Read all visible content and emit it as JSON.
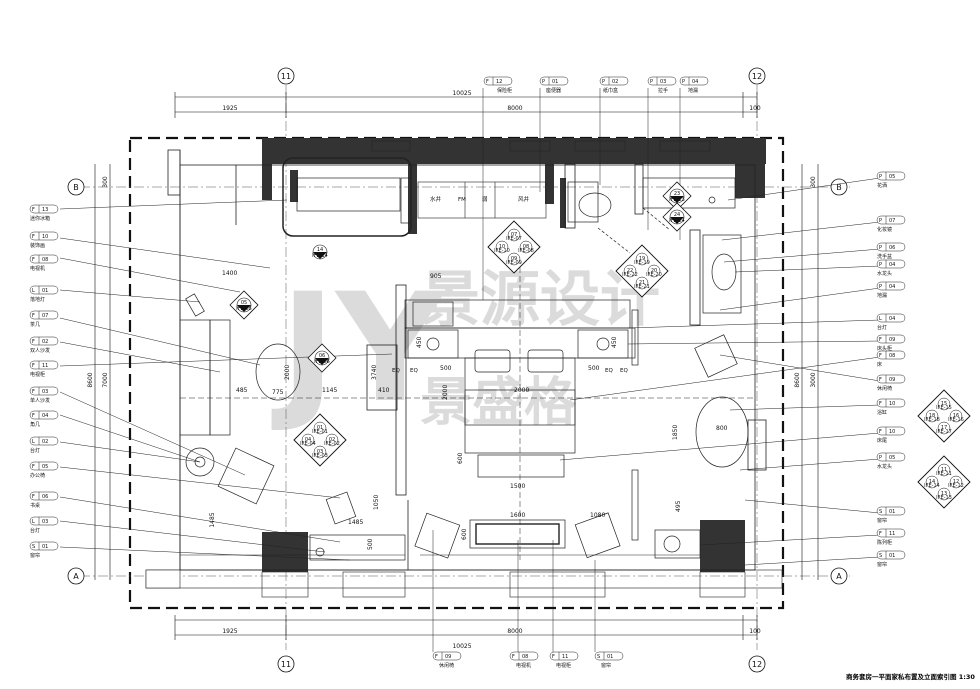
{
  "title": "商务套房一平面家私布置及立面索引图",
  "scale": "1:30",
  "watermark": {
    "logo": "JY",
    "brand": "景源设计",
    "brand_alt": "景盛格"
  },
  "axes": {
    "top_left": "11",
    "top_right": "12",
    "bottom_left": "11",
    "bottom_right": "12",
    "left_top": "B",
    "left_bottom": "A",
    "right_top": "B",
    "right_bottom": "A"
  },
  "dims": {
    "top_total": "10025",
    "top_mid": "8000",
    "top_left": "1925",
    "top_right": "100",
    "bottom_total": "10025",
    "bottom_mid": "8000",
    "bottom_left": "1925",
    "bottom_right": "100",
    "left_total": "8600",
    "left_a": "7000",
    "left_b": "300",
    "left_c": "1485",
    "right_total": "8600",
    "right_a": "3000",
    "right_b": "300",
    "d1400": "1400",
    "d905": "905",
    "d485": "485",
    "d775": "775",
    "d1145": "1145",
    "d410": "410",
    "d3740": "3740",
    "d2000a": "2000",
    "d2000b": "2000",
    "d500a": "500",
    "d500b": "500",
    "d450a": "450",
    "d450b": "450",
    "d1500": "1500",
    "d1600": "1600",
    "d1080": "1080",
    "d1050": "1050",
    "d600": "600",
    "d1485b": "1485",
    "d800": "800",
    "d495": "495",
    "d2000c": "2000",
    "d1850": "1850",
    "d500c": "500",
    "d600b": "600"
  },
  "rooms": {
    "shaft": "水井",
    "fm": "FM",
    "weak": "弱",
    "air": "风井",
    "eq1": "EQ",
    "eq2": "EQ",
    "eq3": "EQ",
    "eq4": "EQ"
  },
  "left_labels": [
    {
      "code": "F",
      "num": "13",
      "text": "迷你冰箱"
    },
    {
      "code": "F",
      "num": "10",
      "text": "装饰画"
    },
    {
      "code": "F",
      "num": "08",
      "text": "电视机"
    },
    {
      "code": "L",
      "num": "01",
      "text": "落地灯"
    },
    {
      "code": "F",
      "num": "07",
      "text": "茶几"
    },
    {
      "code": "F",
      "num": "02",
      "text": "双人沙发"
    },
    {
      "code": "F",
      "num": "11",
      "text": "电视柜"
    },
    {
      "code": "F",
      "num": "03",
      "text": "单人沙发"
    },
    {
      "code": "F",
      "num": "04",
      "text": "角几"
    },
    {
      "code": "L",
      "num": "02",
      "text": "台灯"
    },
    {
      "code": "F",
      "num": "05",
      "text": "办公椅"
    },
    {
      "code": "F",
      "num": "06",
      "text": "书桌"
    },
    {
      "code": "L",
      "num": "03",
      "text": "台灯"
    },
    {
      "code": "S",
      "num": "01",
      "text": "窗帘"
    }
  ],
  "right_labels": [
    {
      "code": "P",
      "num": "05",
      "text": "花洒"
    },
    {
      "code": "P",
      "num": "07",
      "text": "化妆镜"
    },
    {
      "code": "P",
      "num": "06",
      "text": "洗手盆"
    },
    {
      "code": "P",
      "num": "04",
      "text": "水龙头"
    },
    {
      "code": "P",
      "num": "04",
      "text": "地漏"
    },
    {
      "code": "L",
      "num": "04",
      "text": "台灯"
    },
    {
      "code": "F",
      "num": "09",
      "text": "床头柜"
    },
    {
      "code": "F",
      "num": "08",
      "text": "床"
    },
    {
      "code": "F",
      "num": "09",
      "text": "休闲椅"
    },
    {
      "code": "F",
      "num": "10",
      "text": "浴缸"
    },
    {
      "code": "F",
      "num": "10",
      "text": "床尾"
    },
    {
      "code": "P",
      "num": "05",
      "text": "水龙头"
    },
    {
      "code": "S",
      "num": "01",
      "text": "窗帘"
    },
    {
      "code": "F",
      "num": "11",
      "text": "陈列柜"
    },
    {
      "code": "S",
      "num": "01",
      "text": "窗帘"
    }
  ],
  "top_labels": [
    {
      "code": "F",
      "num": "12",
      "text": "保险柜"
    },
    {
      "code": "P",
      "num": "01",
      "text": "座便器"
    },
    {
      "code": "P",
      "num": "02",
      "text": "纸巾盒"
    },
    {
      "code": "P",
      "num": "03",
      "text": "拉手"
    },
    {
      "code": "P",
      "num": "04",
      "text": "地漏"
    }
  ],
  "bottom_labels": [
    {
      "code": "F",
      "num": "09",
      "text": "休闲椅"
    },
    {
      "code": "F",
      "num": "08",
      "text": "电视机"
    },
    {
      "code": "F",
      "num": "11",
      "text": "电视柜"
    },
    {
      "code": "S",
      "num": "01",
      "text": "窗帘"
    }
  ],
  "index_markers": [
    {
      "n": "05",
      "ref": "IFE-05"
    },
    {
      "n": "06",
      "ref": "IFE-06"
    },
    {
      "n": "14",
      "ref": "IFE-14"
    },
    {
      "n": "23",
      "ref": "IFE-23"
    },
    {
      "n": "24",
      "ref": "IFE-24"
    }
  ],
  "index_groups": [
    {
      "nums": [
        "07",
        "10",
        "08",
        "09"
      ],
      "refs": [
        "IFE-07",
        "IFE-10",
        "IFE-08",
        "IFE-09"
      ]
    },
    {
      "nums": [
        "19",
        "22",
        "20",
        "21"
      ],
      "refs": [
        "IFE-19",
        "IFE-22",
        "IFE-20",
        "IFE-21"
      ]
    },
    {
      "nums": [
        "01",
        "04",
        "02",
        "03"
      ],
      "refs": [
        "IFE-01",
        "IFE-04",
        "IFE-02",
        "IFE-03"
      ]
    },
    {
      "nums": [
        "15",
        "18",
        "16",
        "17"
      ],
      "refs": [
        "IFE-15",
        "IFE-18",
        "IFE-16",
        "IFE-17"
      ]
    },
    {
      "nums": [
        "11",
        "14",
        "12",
        "13"
      ],
      "refs": [
        "IFE-11",
        "IFE-14",
        "IFE-12",
        "IFE-13"
      ]
    }
  ]
}
